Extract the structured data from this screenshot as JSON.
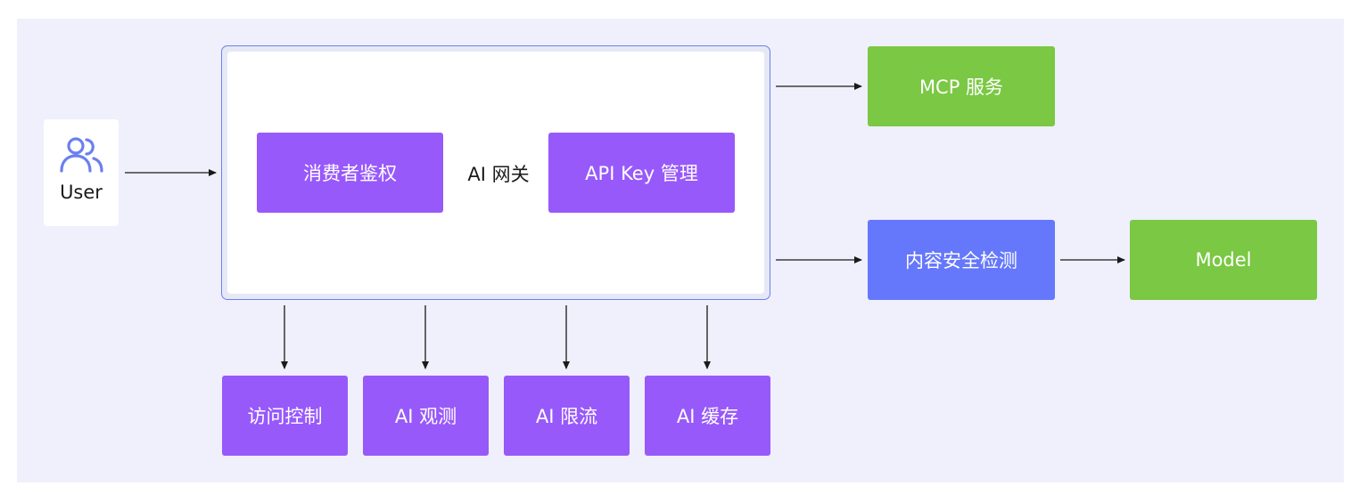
{
  "user": {
    "label": "User",
    "icon": "user-group-icon"
  },
  "gateway": {
    "label": "AI 网关",
    "inner_modules": [
      {
        "label": "消费者鉴权"
      },
      {
        "label": "API Key 管理"
      }
    ]
  },
  "plugins": [
    {
      "label": "访问控制"
    },
    {
      "label": "AI 观测"
    },
    {
      "label": "AI 限流"
    },
    {
      "label": "AI 缓存"
    }
  ],
  "targets": {
    "mcp": {
      "label": "MCP 服务"
    },
    "content_safety": {
      "label": "内容安全检测"
    },
    "model": {
      "label": "Model"
    }
  },
  "colors": {
    "background": "#eff0fb",
    "purple": "#9859fa",
    "green": "#7ac843",
    "blue": "#6578fb",
    "gateway_border": "#6b7fef"
  }
}
